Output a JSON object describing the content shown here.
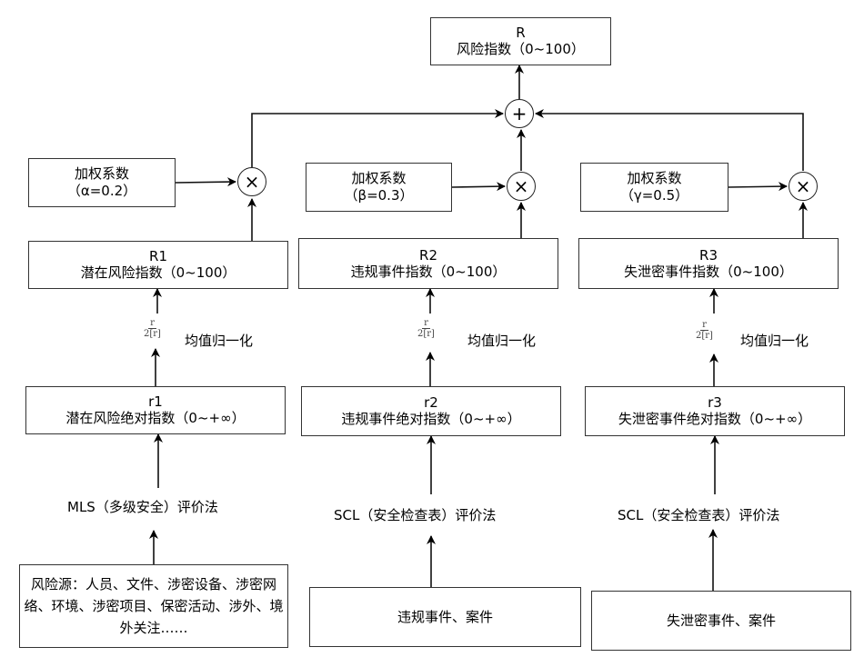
{
  "diagram": {
    "result": {
      "title": "R",
      "subtitle": "风险指数（0~100）"
    },
    "sum_operator": "+",
    "branches": [
      {
        "weight": {
          "label": "加权系数",
          "value": "（α=0.2）"
        },
        "multiply_operator": "×",
        "normalized": {
          "title": "R1",
          "subtitle": "潜在风险指数（0~100）"
        },
        "normalization": {
          "numerator": "r",
          "denominator": "2[r]",
          "label": "均值归一化"
        },
        "absolute": {
          "title": "r1",
          "subtitle": "潜在风险绝对指数（0~+∞）"
        },
        "method": "MLS（多级安全）评价法",
        "source": "风险源：人员、文件、涉密设备、涉密网络、环境、涉密项目、保密活动、涉外、境外关注……"
      },
      {
        "weight": {
          "label": "加权系数",
          "value": "（β=0.3）"
        },
        "multiply_operator": "×",
        "normalized": {
          "title": "R2",
          "subtitle": "违规事件指数（0~100）"
        },
        "normalization": {
          "numerator": "r",
          "denominator": "2[r]",
          "label": "均值归一化"
        },
        "absolute": {
          "title": "r2",
          "subtitle": "违规事件绝对指数（0~+∞）"
        },
        "method": "SCL（安全检查表）评价法",
        "source": "违规事件、案件"
      },
      {
        "weight": {
          "label": "加权系数",
          "value": "（γ=0.5）"
        },
        "multiply_operator": "×",
        "normalized": {
          "title": "R3",
          "subtitle": "失泄密事件指数（0~100）"
        },
        "normalization": {
          "numerator": "r",
          "denominator": "2[r]",
          "label": "均值归一化"
        },
        "absolute": {
          "title": "r3",
          "subtitle": "失泄密事件绝对指数（0~+∞）"
        },
        "method": "SCL（安全检查表）评价法",
        "source": "失泄密事件、案件"
      }
    ]
  }
}
